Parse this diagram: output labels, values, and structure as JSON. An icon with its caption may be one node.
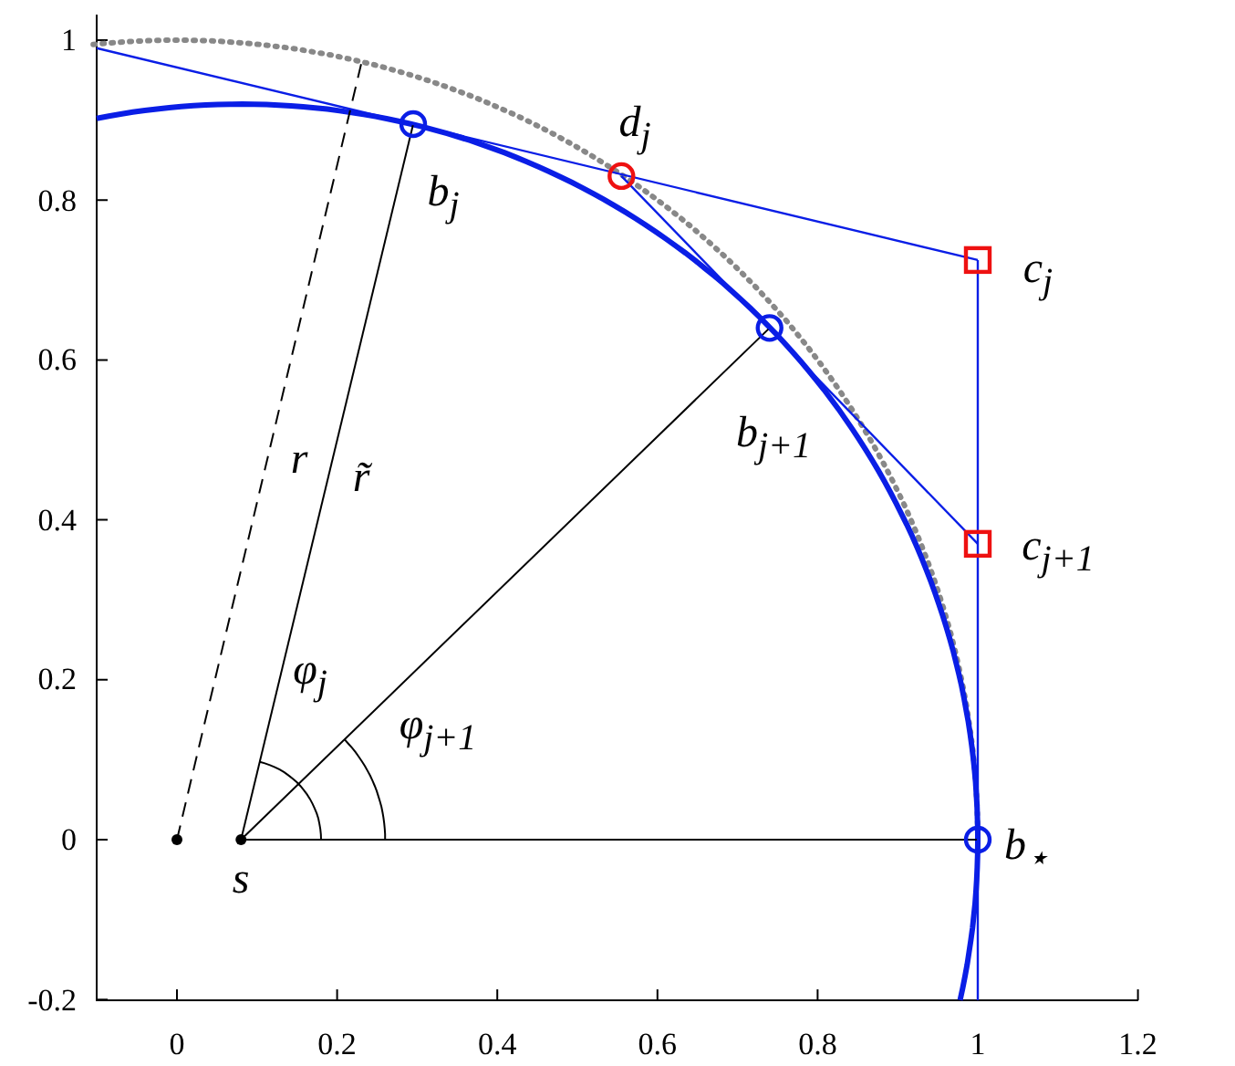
{
  "diagram": {
    "labels": [
      "d$_{j}$",
      "b$_{j}$",
      "c$_{j}$",
      "b$_{j+1}$",
      "r",
      "r̃",
      "c$_{j+1}$",
      "φ$_{j}$",
      "φ$_{j+1}$",
      "b$_{⋆}$",
      "s",
      "1",
      "0.8",
      "0.6",
      "0.4",
      "0.2",
      "0",
      "-0.2",
      "0",
      "0.2",
      "0.4",
      "0.6",
      "0.8",
      "1",
      "1.2"
    ]
  }
}
